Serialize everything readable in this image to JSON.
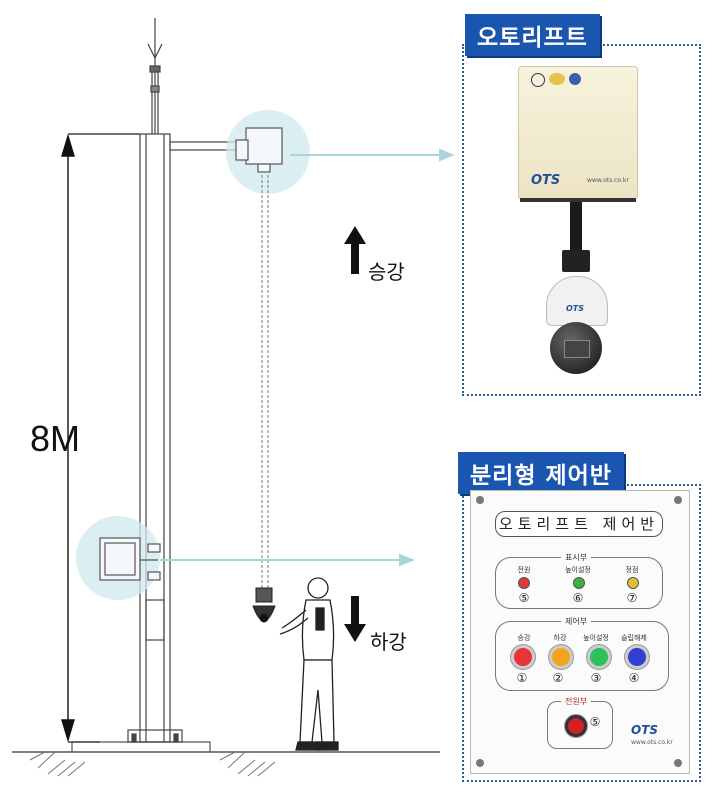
{
  "height_label": "8M",
  "up_label": "승강",
  "down_label": "하강",
  "lift_device": {
    "title": "오토리프트",
    "brand": "OTS",
    "website": "www.ots.co.kr",
    "camera_brand": "OTS"
  },
  "control_panel": {
    "title": "분리형 제어반",
    "panel_title": "오토리프트 제어반",
    "display_section": {
      "label": "표시부",
      "lamps": [
        {
          "label": "전원",
          "number": "⑤",
          "color": "#e03a3a"
        },
        {
          "label": "높이설정",
          "number": "⑥",
          "color": "#3cb043"
        },
        {
          "label": "정점",
          "number": "⑦",
          "color": "#e0c030"
        }
      ]
    },
    "control_section": {
      "label": "제어부",
      "buttons": [
        {
          "label": "승강",
          "number": "①",
          "color": "#e8323c"
        },
        {
          "label": "하강",
          "number": "②",
          "color": "#f2a41d"
        },
        {
          "label": "높이설정",
          "number": "③",
          "color": "#2ec05a"
        },
        {
          "label": "슬립해제",
          "number": "④",
          "color": "#3040d0"
        }
      ]
    },
    "power_section": {
      "label": "전원부",
      "number": "⑤",
      "color": "#d42020"
    },
    "brand": "OTS",
    "website": "www.ots.co.kr"
  }
}
